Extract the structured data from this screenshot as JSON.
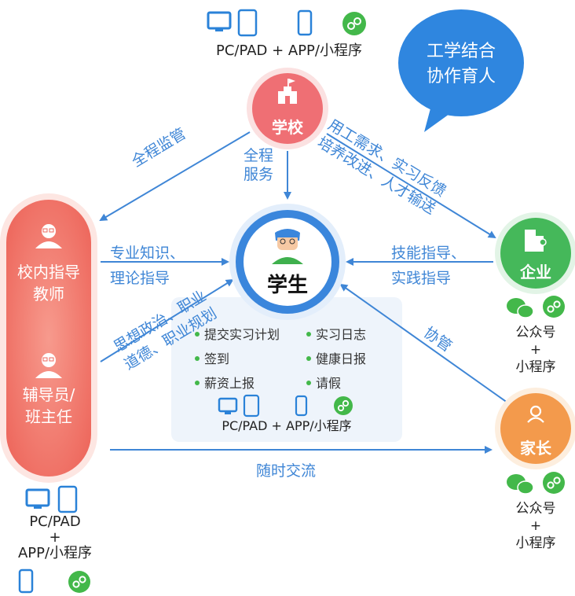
{
  "bubble": {
    "line1": "工学结合",
    "line2": "协作育人"
  },
  "school": {
    "label": "学校",
    "platform": "PC/PAD + APP/小程序"
  },
  "student": {
    "label": "学生"
  },
  "enterprise": {
    "label": "企业",
    "platform_line1": "公众号",
    "platform_line2": "+",
    "platform_line3": "小程序"
  },
  "parent": {
    "label": "家长",
    "platform_line1": "公众号",
    "platform_line2": "+",
    "platform_line3": "小程序"
  },
  "teachers": {
    "role1_line1": "校内指导",
    "role1_line2": "教师",
    "role2_line1": "辅导员/",
    "role2_line2": "班主任",
    "platform_line1": "PC/PAD",
    "platform_line2": "+",
    "platform_line3": "APP/小程序"
  },
  "edges": {
    "school_to_teacher": "全程监管",
    "school_to_student_1": "全程",
    "school_to_student_2": "服务",
    "school_enterprise_1": "用工需求、实习反馈",
    "school_enterprise_2": "培养改进、人才输送",
    "teacher_student_1": "专业知识、",
    "teacher_student_2": "理论指导",
    "counselor_student_1": "思想政治、职业",
    "counselor_student_2": "道德、职业规划",
    "enterprise_student_1": "技能指导、",
    "enterprise_student_2": "实践指导",
    "parent_student": "协管",
    "teacher_parent": "随时交流"
  },
  "features": {
    "items": [
      "提交实习计划",
      "实习日志",
      "签到",
      "健康日报",
      "薪资上报",
      "请假"
    ],
    "platform": "PC/PAD + APP/小程序"
  },
  "colors": {
    "blue": "#3f86d6",
    "school": "#ef6f74",
    "enterprise": "#45b85a",
    "parent": "#f39a4c",
    "teacher": "#f3786c",
    "green": "#43b84a"
  }
}
